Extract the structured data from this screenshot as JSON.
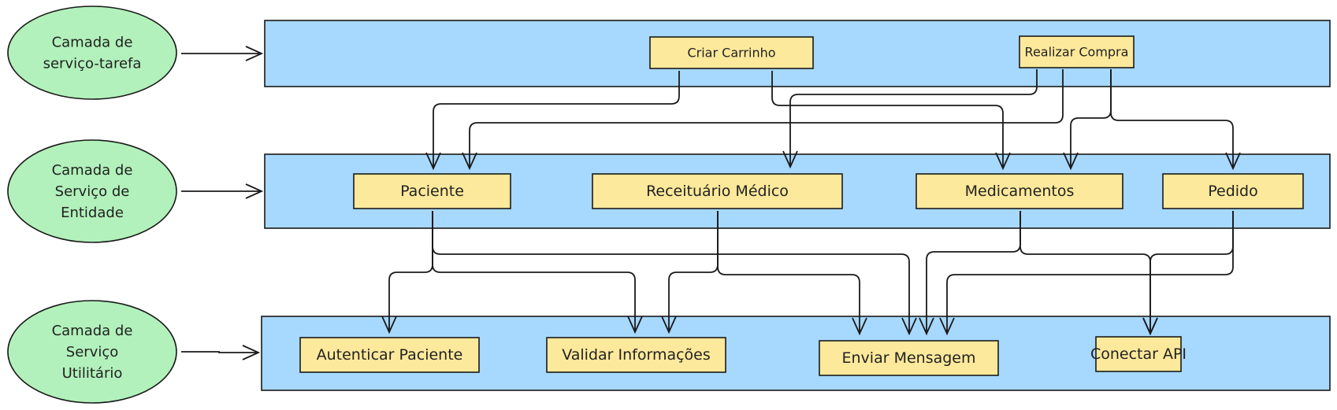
{
  "colors": {
    "layer_fill": "#a7d8fd",
    "box_fill": "#fde99b",
    "label_fill": "#b2f1bb",
    "stroke": "#1a1a1a"
  },
  "layers": [
    {
      "id": "tarefa",
      "label_lines": [
        "Camada de",
        "serviço-tarefa"
      ]
    },
    {
      "id": "entidade",
      "label_lines": [
        "Camada de",
        "Serviço de",
        "Entidade"
      ]
    },
    {
      "id": "utilitario",
      "label_lines": [
        "Camada de",
        "Serviço",
        "Utilitário"
      ]
    }
  ],
  "services": {
    "criar_carrinho": "Criar Carrinho",
    "realizar_compra": "Realizar Compra",
    "paciente": "Paciente",
    "receituario": "Receituário Médico",
    "medicamentos": "Medicamentos",
    "pedido": "Pedido",
    "autenticar": "Autenticar Paciente",
    "validar": "Validar Informações",
    "enviar": "Enviar Mensagem",
    "conectar": "Conectar API"
  },
  "connections": [
    {
      "from": "criar_carrinho",
      "to": "paciente"
    },
    {
      "from": "criar_carrinho",
      "to": "medicamentos"
    },
    {
      "from": "realizar_compra",
      "to": "receituario"
    },
    {
      "from": "realizar_compra",
      "to": "paciente"
    },
    {
      "from": "realizar_compra",
      "to": "medicamentos"
    },
    {
      "from": "realizar_compra",
      "to": "pedido"
    },
    {
      "from": "paciente",
      "to": "autenticar"
    },
    {
      "from": "paciente",
      "to": "validar"
    },
    {
      "from": "paciente",
      "to": "enviar"
    },
    {
      "from": "receituario",
      "to": "validar"
    },
    {
      "from": "receituario",
      "to": "enviar"
    },
    {
      "from": "medicamentos",
      "to": "enviar"
    },
    {
      "from": "medicamentos",
      "to": "conectar"
    },
    {
      "from": "pedido",
      "to": "enviar"
    },
    {
      "from": "pedido",
      "to": "conectar"
    }
  ]
}
